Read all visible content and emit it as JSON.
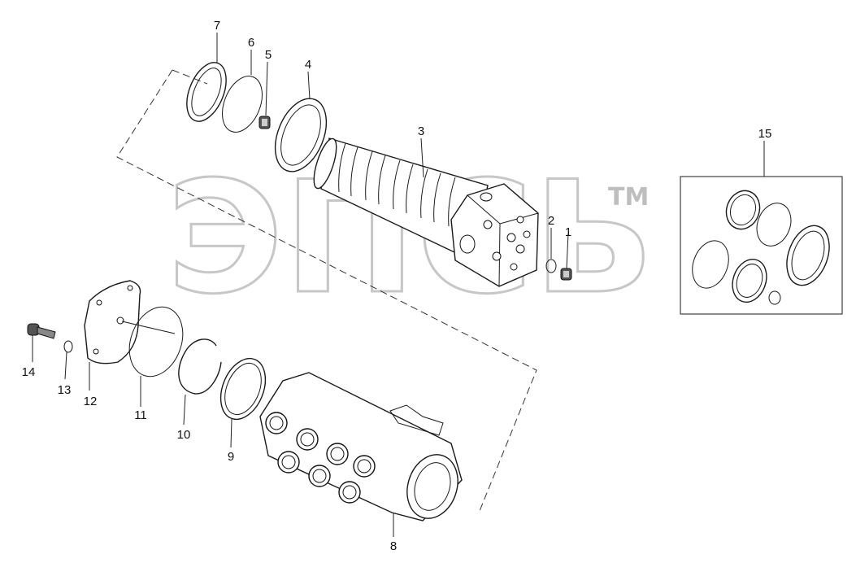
{
  "watermark": {
    "letters": "ЭПСЬ",
    "trademark": "TM"
  },
  "callouts": {
    "p1": "1",
    "p2": "2",
    "p3": "3",
    "p4": "4",
    "p5": "5",
    "p6": "6",
    "p7": "7",
    "p8": "8",
    "p9": "9",
    "p10": "10",
    "p11": "11",
    "p12": "12",
    "p13": "13",
    "p14": "14",
    "p15": "15"
  }
}
